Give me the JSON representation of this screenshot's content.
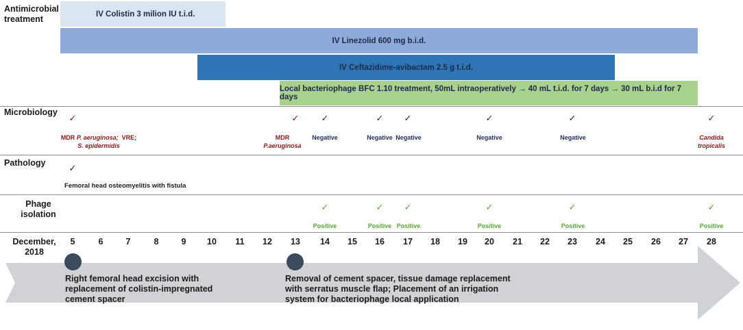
{
  "rows": {
    "antimicrobial": "Antimicrobial treatment",
    "microbiology": "Microbiology",
    "pathology": "Pathology",
    "phage": "Phage isolation",
    "date": "December, 2018"
  },
  "treatments": [
    {
      "label": "IV Colistin 3 milion IU t.i.d.",
      "color": "#dbe4f1"
    },
    {
      "label": "IV Linezolid 600 mg b.i.d.",
      "color": "#8eaadb"
    },
    {
      "label": "IV Ceftazidime-avibactam 2.5 g t.i.d.",
      "color": "#2e75b6"
    },
    {
      "label": "Local bacteriophage BFC 1.10 treatment, 50mL intraoperatively → 40 mL t.i.d. for 7 days → 30 mL b.i.d for 7 days",
      "color": "#a9d18e"
    }
  ],
  "check_symbol": "✓",
  "microbiology": [
    {
      "day": "5",
      "color": "red"
    },
    {
      "day": "13",
      "color": "red"
    },
    {
      "day": "14",
      "color": "navy",
      "result": "Negative"
    },
    {
      "day": "16",
      "color": "navy",
      "result": "Negative"
    },
    {
      "day": "17",
      "color": "navy",
      "result": "Negative"
    },
    {
      "day": "20",
      "color": "navy",
      "result": "Negative"
    },
    {
      "day": "23",
      "color": "navy",
      "result": "Negative"
    },
    {
      "day": "28",
      "color": "red"
    }
  ],
  "micro_notes": {
    "d5_line1a": "MDR ",
    "d5_line1b": "P. aeruginosa;",
    "d5_line1c": "  VRE;",
    "d5_line2": "S. epidermidis",
    "d13_line1": "MDR",
    "d13_line2": "P.aeruginosa",
    "d28_line1": "Candida",
    "d28_line2": "tropicalis"
  },
  "pathology": {
    "day": "5",
    "finding": "Femoral head osteomyelitis with fistula"
  },
  "phage": [
    {
      "day": "14",
      "result": "Positive"
    },
    {
      "day": "16",
      "result": "Positive"
    },
    {
      "day": "17",
      "result": "Positive"
    },
    {
      "day": "20",
      "result": "Positive"
    },
    {
      "day": "23",
      "result": "Positive"
    },
    {
      "day": "28",
      "result": "Positive"
    }
  ],
  "days": [
    "5",
    "6",
    "7",
    "8",
    "9",
    "10",
    "11",
    "12",
    "13",
    "14",
    "15",
    "16",
    "17",
    "18",
    "19",
    "20",
    "21",
    "22",
    "23",
    "24",
    "25",
    "26",
    "27",
    "28"
  ],
  "events": [
    {
      "day": "5",
      "text": "Right femoral head excision with replacement of colistin-impregnated cement spacer"
    },
    {
      "day": "13",
      "text": "Removal of cement spacer, tissue damage replacement with serratus muscle flap; Placement of an irrigation system for bacteriophage local application"
    }
  ],
  "colors": {
    "arrow": "#d0d2d6",
    "separator": "#8c8c8c",
    "event_dot": "#3b4a5c"
  }
}
